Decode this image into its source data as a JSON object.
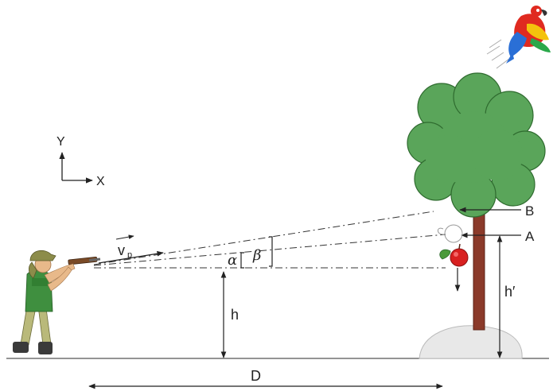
{
  "axes": {
    "y_label": "Y",
    "x_label": "X"
  },
  "labels": {
    "velocity": "v",
    "velocity_sub": "p",
    "alpha": "α",
    "beta": "β",
    "point_b": "B",
    "point_a": "A",
    "height_h": "h",
    "height_h_prime": "h′",
    "distance_d": "D"
  },
  "colors": {
    "foliage": "#5aa55a",
    "trunk": "#8b3a2a",
    "apple": "#d82020",
    "mound": "#e8e8e8",
    "line": "#222222"
  }
}
